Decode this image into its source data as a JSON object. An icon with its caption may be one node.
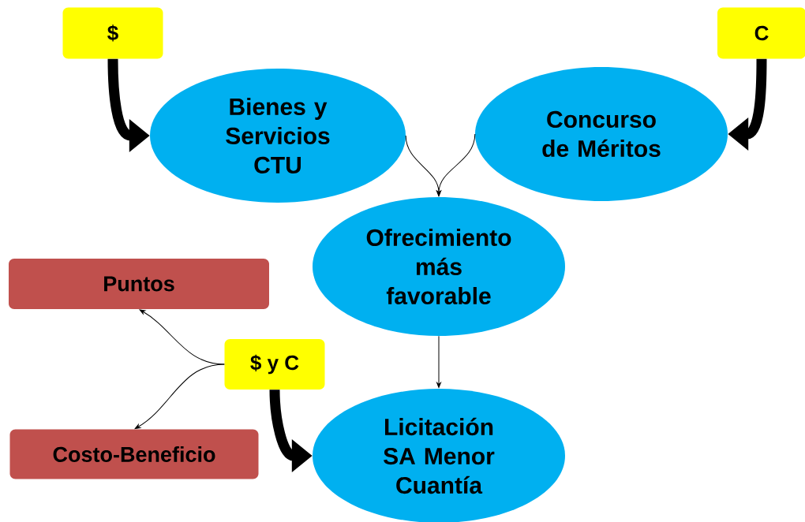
{
  "diagram": {
    "nodes": [
      {
        "text": [
          "$"
        ]
      },
      {
        "text": [
          "C"
        ]
      },
      {
        "text": [
          "Bienes y Servicios CTU"
        ]
      },
      {
        "text": [
          "Concurso de Méritos"
        ]
      },
      {
        "text": [
          "Ofrecimiento más favorable"
        ]
      },
      {
        "text": [
          "Puntos"
        ]
      },
      {
        "text": [
          "$ y C"
        ]
      },
      {
        "text": [
          "Costo-Beneficio"
        ]
      },
      {
        "text": [
          "Licitación SA Menor Cuantía"
        ]
      }
    ],
    "edges": [
      {
        "from": 0,
        "to": 2,
        "arrow": "to",
        "style": "thick"
      },
      {
        "from": 1,
        "to": 3,
        "arrow": "to",
        "style": "thick"
      },
      {
        "from": 2,
        "to": 4,
        "arrow": "to"
      },
      {
        "from": 3,
        "to": 4,
        "arrow": "to"
      },
      {
        "from": 4,
        "to": 8,
        "arrow": "to"
      },
      {
        "from": 6,
        "to": 5,
        "arrow": "to"
      },
      {
        "from": 6,
        "to": 7,
        "arrow": "to"
      },
      {
        "from": 6,
        "to": 8,
        "arrow": "to",
        "style": "thick"
      }
    ]
  }
}
